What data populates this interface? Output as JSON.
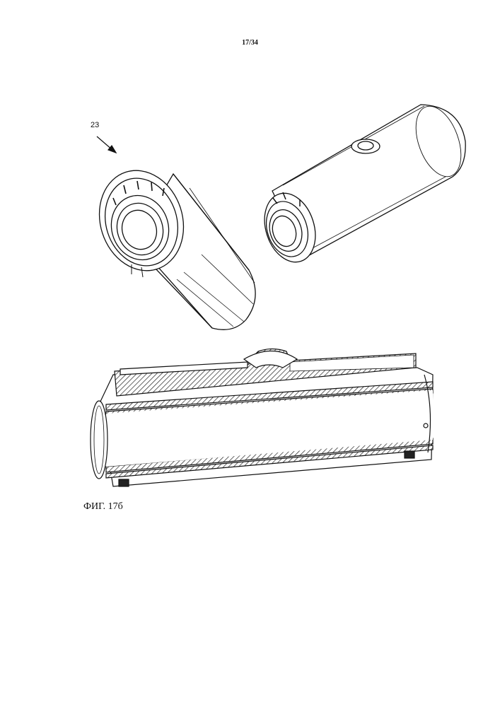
{
  "page": {
    "number": "17/34"
  },
  "figure": {
    "reference_numeral": "23",
    "caption": "ФИГ. 17б"
  }
}
